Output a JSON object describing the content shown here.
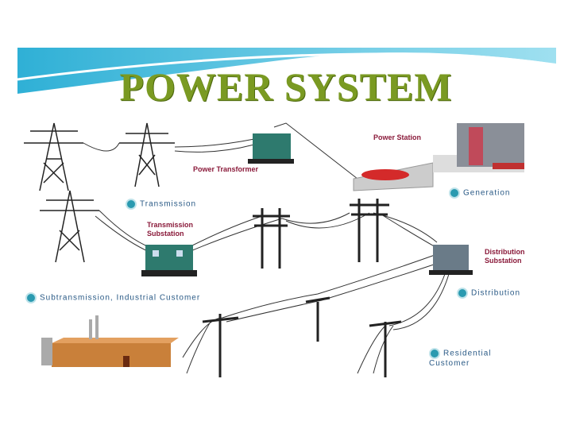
{
  "title": "POWER SYSTEM",
  "labels": {
    "power_transformer": "Power Transformer",
    "power_station": "Power Station",
    "generation": "Generation",
    "transmission": "Transmission",
    "step_up": "Transmission Substation",
    "distribution_substation": "Distribution Substation",
    "distribution": "Distribution",
    "subtransmission": "Subtransmission, Industrial Customer",
    "consumer": "Residential Customer"
  },
  "colors": {
    "banner": "#3fb8d8",
    "title": "#7a9a22",
    "transformer": "#2e7a6e",
    "badge": "#2a9ab0"
  }
}
